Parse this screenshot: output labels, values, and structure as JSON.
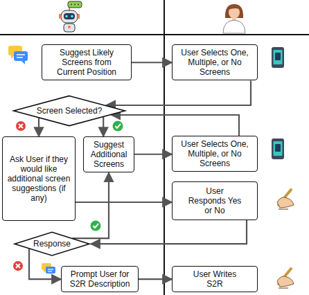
{
  "diagram": {
    "nodes": [
      {
        "text": [
          "Suggest Likely Screens from Current Position"
        ]
      },
      {
        "text": [
          "User Selects One, Multiple, or No Screens"
        ]
      },
      {
        "text": [
          "Screen Selected?"
        ]
      },
      {
        "text": [
          "Ask User if they would like additional screen suggestions (if any)"
        ]
      },
      {
        "text": [
          "Suggest Additional Screens"
        ]
      },
      {
        "text": [
          "User Selects One, Multiple, or No Screens"
        ]
      },
      {
        "text": [
          "User Responds Yes or No"
        ]
      },
      {
        "text": [
          "Response"
        ]
      },
      {
        "text": [
          "Prompt User for S2R Description"
        ]
      },
      {
        "text": [
          "User Writes S2R"
        ]
      }
    ],
    "edges": [
      {
        "from": 0,
        "to": 1,
        "arrow": "to"
      },
      {
        "from": 1,
        "to": 2,
        "arrow": "to"
      },
      {
        "from": 5,
        "to": 2,
        "arrow": "to"
      },
      {
        "from": 2,
        "to": 3,
        "arrow": "to"
      },
      {
        "from": 2,
        "to": 4,
        "arrow": "to"
      },
      {
        "from": 4,
        "to": 5,
        "arrow": "to"
      },
      {
        "from": 3,
        "to": 6,
        "arrow": "to"
      },
      {
        "from": 6,
        "to": 7,
        "arrow": "to"
      },
      {
        "from": 7,
        "to": 4,
        "arrow": "to"
      },
      {
        "from": 7,
        "to": 8,
        "arrow": "to"
      },
      {
        "from": 8,
        "to": 9,
        "arrow": "to"
      }
    ]
  }
}
